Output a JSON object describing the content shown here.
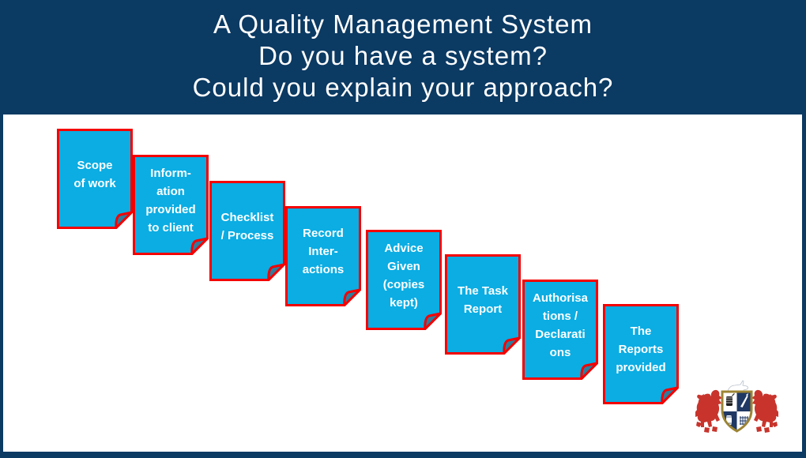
{
  "header": {
    "lines": [
      "A Quality Management System",
      "Do you have a system?",
      "Could you explain your approach?"
    ]
  },
  "notes": [
    {
      "lines": [
        "Scope",
        "of work"
      ]
    },
    {
      "lines": [
        "Inform-",
        "ation",
        "provided",
        "to client"
      ]
    },
    {
      "lines": [
        "Checklist",
        "/ Process"
      ]
    },
    {
      "lines": [
        "Record",
        "Inter-",
        "actions"
      ]
    },
    {
      "lines": [
        "Advice",
        "Given",
        "(copies",
        "kept)"
      ]
    },
    {
      "lines": [
        "The Task",
        "Report"
      ]
    },
    {
      "lines": [
        "Authorisa",
        "tions /",
        "Declarati",
        "ons"
      ]
    },
    {
      "lines": [
        "The",
        "Reports",
        "provided"
      ]
    }
  ],
  "logo": {
    "icon": "heraldic-crest-logo"
  },
  "colors": {
    "navy": "#0B3A63",
    "note_fill": "#0BADE3",
    "note_border": "#F40000",
    "fold_fill": "#2E7D9E",
    "crest_red": "#C8342C",
    "crest_gold": "#9C8433",
    "crest_navy": "#1F3864"
  }
}
